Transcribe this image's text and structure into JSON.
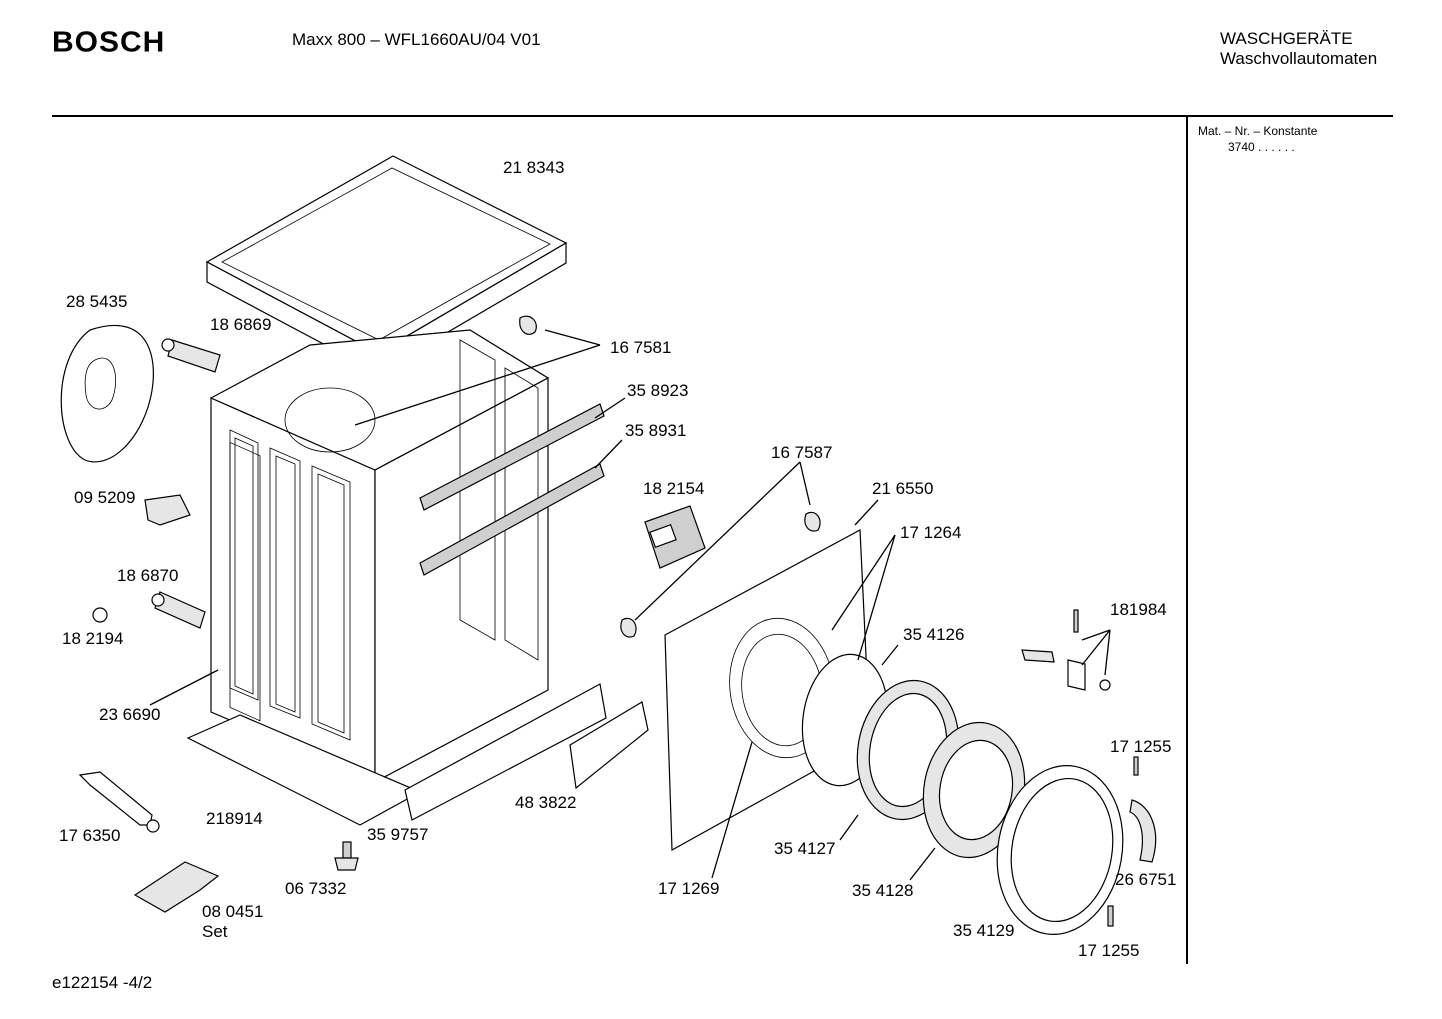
{
  "header": {
    "brand": "BOSCH",
    "model": "Maxx 800 – WFL1660AU/04 V01",
    "category_line1": "WASCHGERÄTE",
    "category_line2": "Waschvollautomaten"
  },
  "sidebar": {
    "mat_header": "Mat. – Nr. – Konstante",
    "mat_value": "3740  .  .    .  .  .  ."
  },
  "footer": {
    "drawing_code": "e122154 -4/2"
  },
  "parts": {
    "p218343": "21 8343",
    "p285435": "28 5435",
    "p186869": "18 6869",
    "p167581": "16 7581",
    "p358923": "35 8923",
    "p358931": "35 8931",
    "p095209": "09 5209",
    "p182154": "18 2154",
    "p167587": "16 7587",
    "p216550": "21 6550",
    "p171264": "17 1264",
    "p186870": "18 6870",
    "p182194": "18 2194",
    "p354126": "35 4126",
    "p181984": "181984",
    "p236690": "23 6690",
    "p171255a": "17 1255",
    "p176350": "17 6350",
    "p218914": "218914",
    "p359757": "35 9757",
    "p483822": "48 3822",
    "p354127": "35 4127",
    "p171269": "17 1269",
    "p266751": "26 6751",
    "p067332": "06 7332",
    "p354128": "35 4128",
    "p080451": "08 0451",
    "p080451_set": "Set",
    "p354129": "35 4129",
    "p171255b": "17 1255"
  }
}
